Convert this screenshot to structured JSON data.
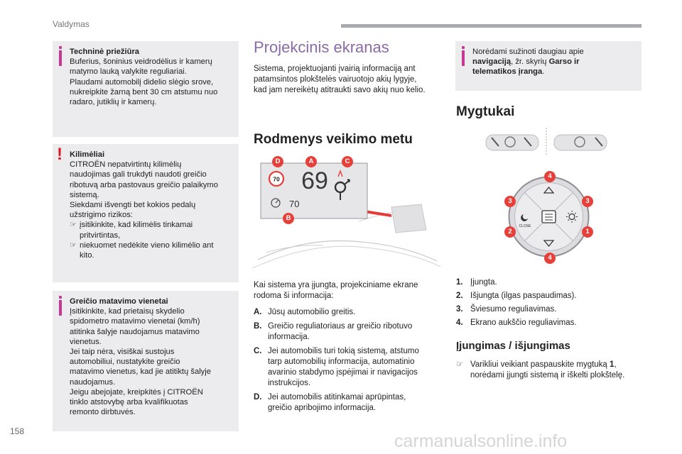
{
  "header": {
    "section": "Valdymas",
    "page_number": "158"
  },
  "watermark": "carmanualsonline.info",
  "left_boxes": {
    "maintenance": {
      "title": "Techninė priežiūra",
      "lines": [
        "Buferius, šoninius veidrodėlius ir kamerų",
        "matymo lauką valykite reguliariai.",
        "Plaudami automobilį didelio slėgio srove,",
        "nukreipkite žarną bent 30 cm atstumu nuo",
        "radaro, jutiklių ir kamerų."
      ]
    },
    "mats": {
      "title": "Kilimėliai",
      "lines": [
        "CITROËN nepatvirtintų kilimėlių",
        "naudojimas gali trukdyti naudoti greičio",
        "ribotuvą arba pastovaus greičio palaikymo",
        "sistemą.",
        "Siekdami išvengti bet kokios pedalų",
        "užstrigimo rizikos:"
      ],
      "bullets": [
        [
          "įsitikinkite, kad kilimėlis tinkamai",
          "pritvirtintas,"
        ],
        [
          "niekuomet nedėkite vieno kilimėlio ant",
          "kito."
        ]
      ]
    },
    "units": {
      "title": "Greičio matavimo vienetai",
      "lines": [
        "Įsitikinkite, kad prietaisų skydelio",
        "spidometro matavimo vienetai (km/h)",
        "atitinka šalyje naudojamus matavimo",
        "vienetus.",
        "Jei taip nėra, visiškai sustojus",
        "automobiliui, nustatykite greičio",
        "matavimo vienetus, kad jie atitiktų šalyje",
        "naudojamus.",
        "Jeigu abejojate, kreipkitės į CITROËN",
        "tinklo atstovybę arba kvalifikuotas",
        "remonto dirbtuvės."
      ]
    }
  },
  "middle": {
    "title": "Projekcinis ekranas",
    "intro": [
      "Sistema, projektuojanti įvairią informaciją ant",
      "patamsintos plokštelės vairuotojo akių lygyje,",
      "kad jam nereikėtų atitraukti savo akių nuo kelio."
    ],
    "subtitle": "Rodmenys veikimo metu",
    "illustration": {
      "speed": "69",
      "limit_sign": "70",
      "limiter_value": "70",
      "labels": [
        "D",
        "A",
        "C",
        "B"
      ]
    },
    "after_intro": [
      "Kai sistema yra įjungta, projekciniame ekrane",
      "rodoma ši informacija:"
    ],
    "items": [
      {
        "key": "A.",
        "lines": [
          "Jūsų automobilio greitis."
        ]
      },
      {
        "key": "B.",
        "lines": [
          "Greičio reguliatoriaus ar greičio ribotuvo",
          "informacija."
        ]
      },
      {
        "key": "C.",
        "lines": [
          "Jei automobilis turi tokią sistemą, atstumo",
          "tarp automobilių informacija, automatinio",
          "avarinio stabdymo įspėjimai ir navigacijos",
          "instrukcijos."
        ]
      },
      {
        "key": "D.",
        "lines": [
          "Jei automobilis atitinkamai aprūpintas,",
          "greičio apribojimo informacija."
        ]
      }
    ]
  },
  "right": {
    "note": {
      "line1": "Norėdami sužinoti daugiau apie",
      "line2_a": "navigaciją",
      "line2_b": ", žr. skyrių ",
      "line2_c": "Garso ir",
      "line3": "telematikos įranga",
      "line3_end": "."
    },
    "buttons_title": "Mygtukai",
    "panel_label": "CLOSE",
    "button_numbers": [
      "4",
      "3",
      "3",
      "2",
      "1",
      "4"
    ],
    "items": [
      {
        "key": "1.",
        "text": "Įjungta."
      },
      {
        "key": "2.",
        "text": "Išjungta (ilgas paspaudimas)."
      },
      {
        "key": "3.",
        "text": "Šviesumo reguliavimas."
      },
      {
        "key": "4.",
        "text": "Ekrano aukščio reguliavimas."
      }
    ],
    "onoff_title": "Įjungimas / išjungimas",
    "onoff_line1_a": "Varikliui veikiant paspauskite mygtuką ",
    "onoff_line1_b": "1",
    "onoff_line1_c": ",",
    "onoff_line2": "norėdami įjungti sistemą ir iškelti plokštelę."
  },
  "icons": {
    "bullet": "☞"
  },
  "colors": {
    "info_mark": "#c63894",
    "warning_mark": "#d81b2a",
    "title_purple": "#8a6aa8",
    "badge_red": "#e6403a",
    "box_bg": "#ececee"
  }
}
